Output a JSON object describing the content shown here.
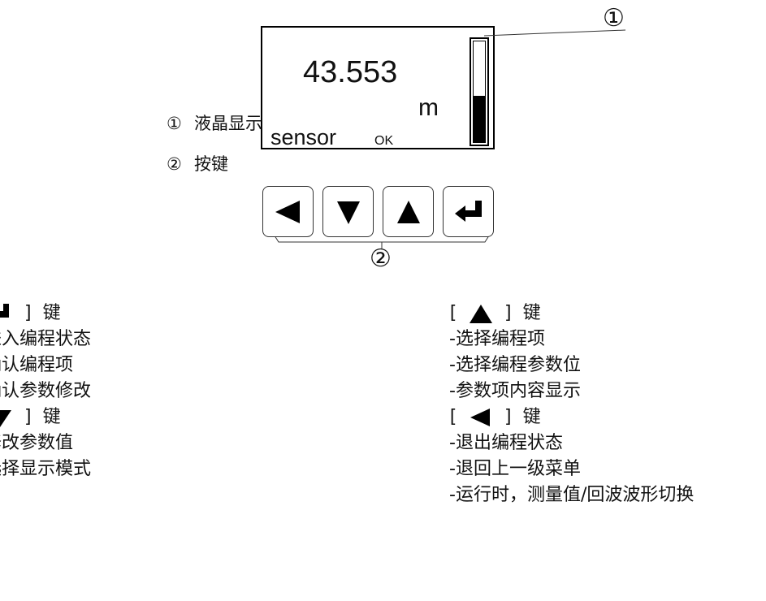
{
  "display": {
    "value": "43.553",
    "unit": "m",
    "sensor_label": "sensor",
    "status": "OK",
    "level_fraction": 0.46
  },
  "callouts": {
    "lcd": "①",
    "keys": "②"
  },
  "legend": [
    {
      "num": "①",
      "label": "液晶显示"
    },
    {
      "num": "②",
      "label": "按键"
    }
  ],
  "keys": [
    {
      "icon": "left-triangle-icon"
    },
    {
      "icon": "down-triangle-icon"
    },
    {
      "icon": "up-triangle-icon"
    },
    {
      "icon": "enter-arrow-icon"
    }
  ],
  "left_desc": {
    "enter_key": {
      "bracket_close": "]",
      "key": "键",
      "lines": [
        "进入编程状态",
        "确认编程项",
        "确认参数修改"
      ]
    },
    "down_key": {
      "bracket_close": "]",
      "key": "键",
      "lines": [
        "修改参数值",
        "选择显示模式"
      ]
    }
  },
  "right_desc": {
    "up_key": {
      "bracket_open": "[",
      "bracket_close": "]",
      "key": "键",
      "lines": [
        "-选择编程项",
        "-选择编程参数位",
        "-参数项内容显示"
      ]
    },
    "left_key": {
      "bracket_open": "[",
      "bracket_close": "]",
      "key": "键",
      "lines": [
        "-退出编程状态",
        "-退回上一级菜单",
        "-运行时，测量值/回波波形切换"
      ]
    }
  },
  "colors": {
    "ink": "#000000",
    "text": "#111111"
  }
}
